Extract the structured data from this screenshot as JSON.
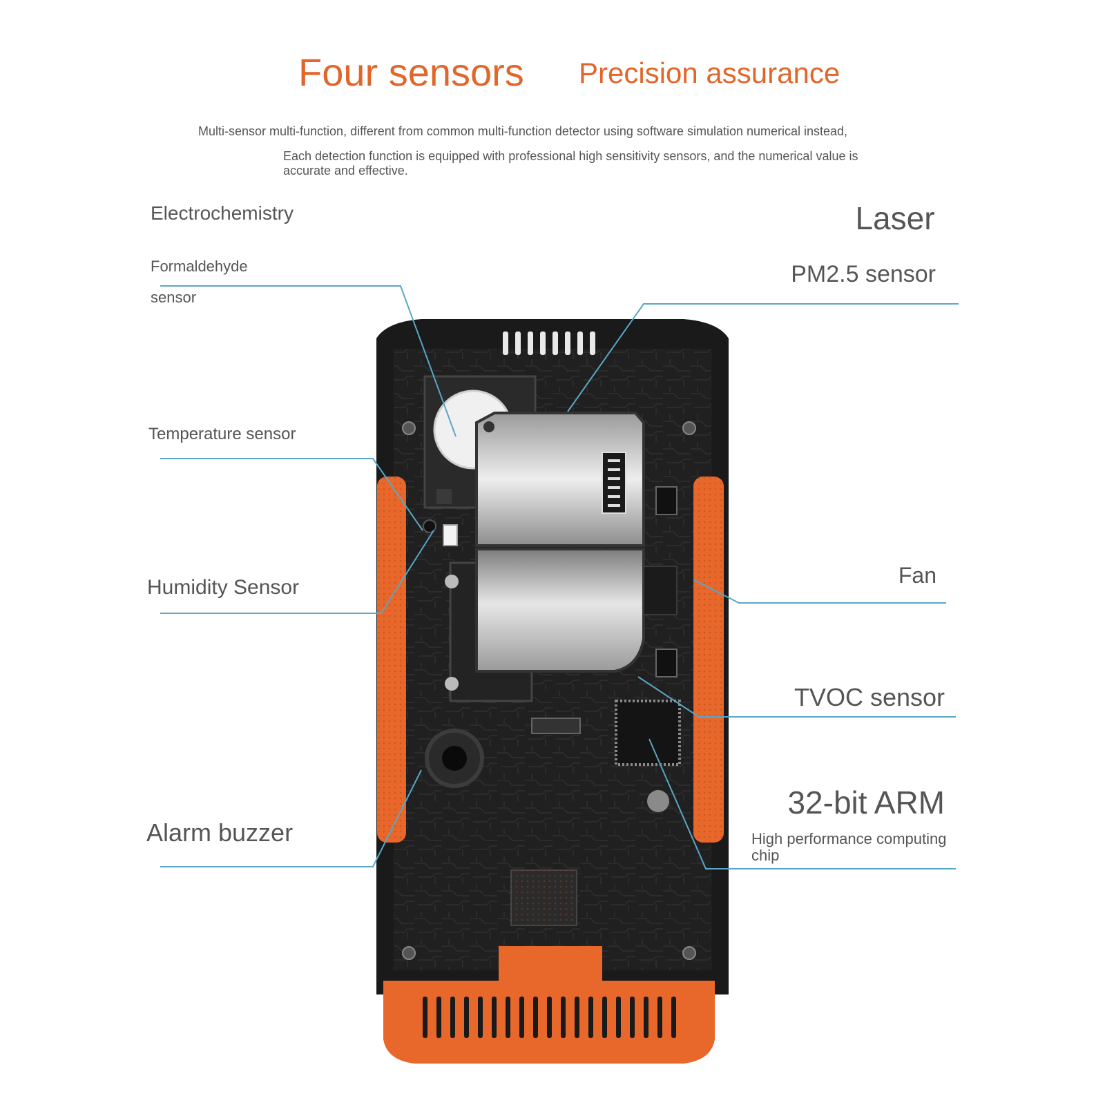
{
  "header": {
    "title": "Four sensors",
    "subtitle": "Precision assurance",
    "intro_line1": "Multi-sensor multi-function, different from common multi-function detector using software simulation numerical instead,",
    "intro_line2": "Each detection function is equipped with professional high sensitivity sensors, and the numerical value is accurate and effective."
  },
  "labels": {
    "electrochemistry": "Electrochemistry",
    "formaldehyde": "Formaldehyde",
    "formaldehyde_sensor": "sensor",
    "temperature": "Temperature sensor",
    "humidity": "Humidity Sensor",
    "alarm": "Alarm buzzer",
    "laser": "Laser",
    "pm25": "PM2.5 sensor",
    "fan": "Fan",
    "tvoc": "TVOC sensor",
    "arm": "32-bit ARM",
    "arm_desc1": "High performance computing",
    "arm_desc2": "chip"
  },
  "colors": {
    "accent": "#e2662a",
    "leader_line": "#5aa7c8",
    "device_body": "#1c1c1c",
    "device_orange": "#e8672a",
    "module_silver": "#c9c9c9"
  }
}
